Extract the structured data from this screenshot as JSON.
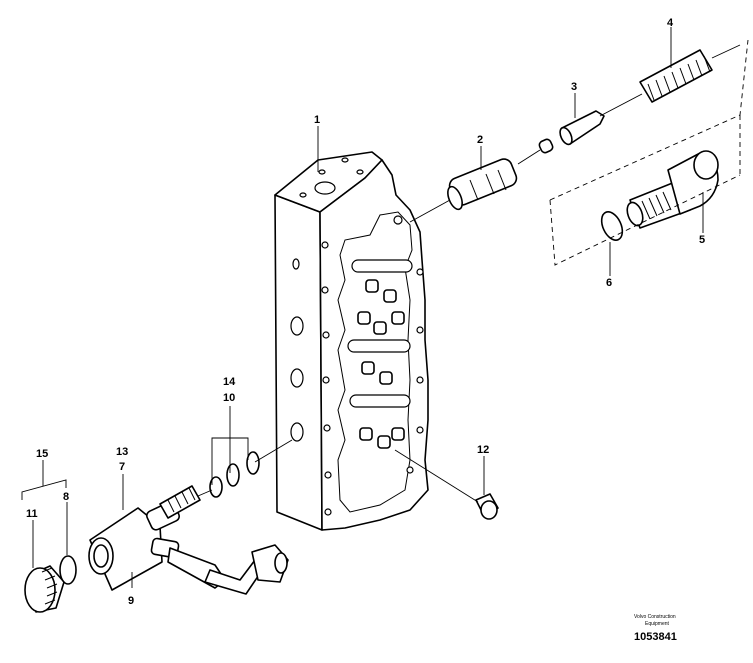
{
  "callouts": {
    "c1": "1",
    "c2": "2",
    "c3": "3",
    "c4": "4",
    "c5": "5",
    "c6": "6",
    "c7": "7",
    "c8": "8",
    "c9": "9",
    "c10": "10",
    "c11": "11",
    "c12": "12",
    "c13": "13",
    "c14": "14",
    "c15": "15"
  },
  "credit": {
    "line1": "Volvo Construction",
    "line2": "Equipment",
    "figure_number": "1053841"
  }
}
